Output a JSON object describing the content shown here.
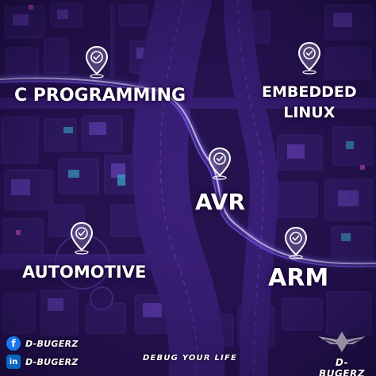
{
  "labels": {
    "c_programming": "C PROGRAMMING",
    "embedded_line1": "EMBEDDED",
    "embedded_line2": "LINUX",
    "avr": "AVR",
    "automotive": "AUTOMOTIVE",
    "arm": "ARM"
  },
  "footer": {
    "facebook_name": "D-BUGERZ",
    "linkedin_name": "D-BUGERZ",
    "tagline": "DEBUG YOUR LIFE",
    "brand_name": "D-BUGERZ",
    "facebook_icon_glyph": "f",
    "linkedin_icon_glyph": "in"
  },
  "colors": {
    "background": "#1e0f3f",
    "road": "#4a2a8c",
    "neon_path": "#b4a6ff",
    "facebook": "#1877f2",
    "linkedin": "#0a66c2",
    "text": "#ffffff"
  },
  "icons": [
    "map-pin-icon",
    "facebook-icon",
    "linkedin-icon",
    "eagle-logo-icon"
  ]
}
